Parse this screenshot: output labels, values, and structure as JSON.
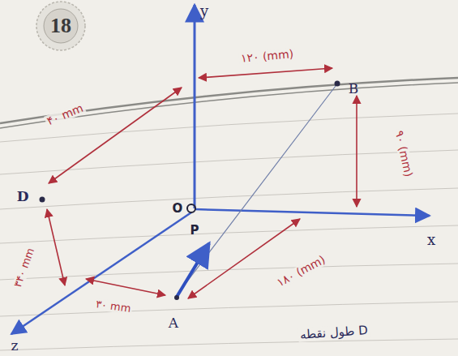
{
  "diagram": {
    "labels": [
      "18",
      "y",
      "x",
      "O",
      "P",
      "B",
      "D",
      "A",
      "z",
      "۱۲۰ (mm)",
      "۹۰ (mm)",
      "۴۰ mm",
      "۳۴۰ mm",
      "۳۰ mm",
      "۱۸۰ (mm)",
      "طول نقطه D"
    ]
  }
}
